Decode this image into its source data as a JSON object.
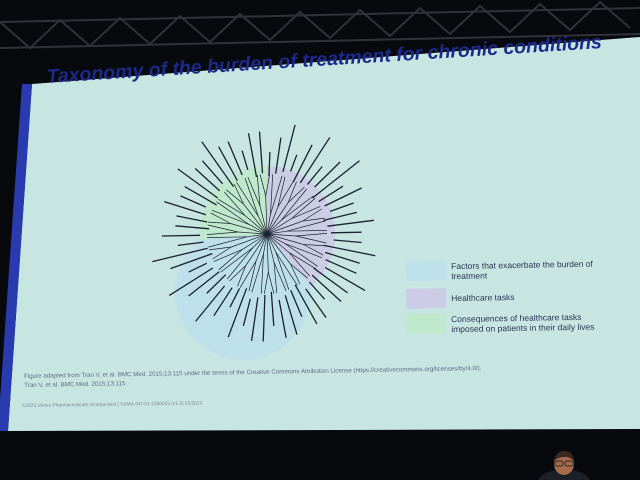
{
  "slide": {
    "title": "Taxonomy of the burden of treatment for chronic conditions",
    "legend": [
      {
        "label": "Factors that exacerbate the burden of treatment",
        "color": "#bde0ea"
      },
      {
        "label": "Healthcare tasks",
        "color": "#cccce6"
      },
      {
        "label": "Consequences of healthcare tasks imposed on patients in their daily lives",
        "color": "#bfe8cc"
      }
    ],
    "caption_line1": "Figure adapted from Tran V, et al. BMC Med. 2015;13:115 under the terms of the Creative Commons Attribution License (https://creativecommons.org/licenses/by/4.0/).",
    "caption_line2": "Tran V, et al. BMC Med. 2015;13:115.",
    "footer": "©2023 Vertex Pharmaceuticals Incorporated | VXMA-INT-01-2200015 (v1.0) 02/2023"
  },
  "colors": {
    "slide_background": "#c7e6e2",
    "accent_bar": "#2a3bb0",
    "title": "#1b2a8a",
    "room": "#07090c"
  }
}
